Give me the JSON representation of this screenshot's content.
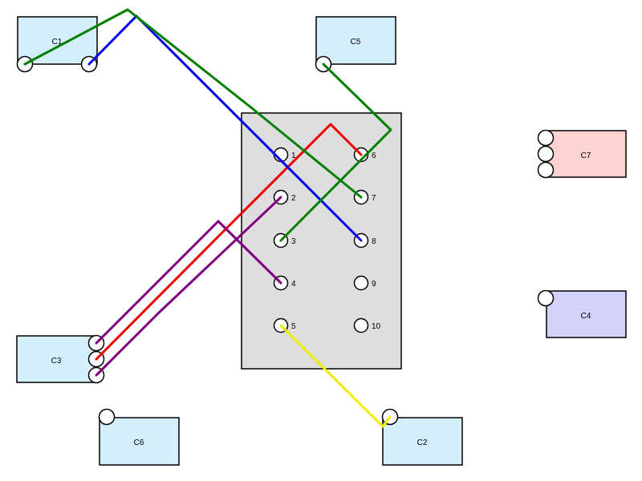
{
  "colors": {
    "connector_light": "#d4eefa",
    "connector_pink": "#ffd2d2",
    "connector_lavender": "#d2d2fa",
    "panel": "#dedede",
    "red": "#ee0000",
    "blue": "#0000ee",
    "green": "#008000",
    "purple": "#800080",
    "yellow": "#eeee00"
  },
  "panel": {
    "pins": [
      {
        "label": "1"
      },
      {
        "label": "2"
      },
      {
        "label": "3"
      },
      {
        "label": "4"
      },
      {
        "label": "5"
      },
      {
        "label": "6"
      },
      {
        "label": "7"
      },
      {
        "label": "8"
      },
      {
        "label": "9"
      },
      {
        "label": "10"
      }
    ]
  },
  "connectors": [
    {
      "id": "c1",
      "label": "C1",
      "color": "connector_light"
    },
    {
      "id": "c5",
      "label": "C5",
      "color": "connector_light"
    },
    {
      "id": "c7",
      "label": "C7",
      "color": "connector_pink"
    },
    {
      "id": "c4",
      "label": "C4",
      "color": "connector_lavender"
    },
    {
      "id": "c3",
      "label": "C3",
      "color": "connector_light"
    },
    {
      "id": "c6",
      "label": "C6",
      "color": "connector_light"
    },
    {
      "id": "c2",
      "label": "C2",
      "color": "connector_light"
    }
  ],
  "wires": [
    {
      "id": "wire-red",
      "color": "red",
      "from": "C3 pin 2",
      "to": "panel pin 6"
    },
    {
      "id": "wire-purple-1",
      "color": "purple",
      "from": "C3 pin 1",
      "to": "panel pin 4"
    },
    {
      "id": "wire-purple-2",
      "color": "purple",
      "from": "C3 pin 3",
      "to": "panel pin 2"
    },
    {
      "id": "wire-blue",
      "color": "blue",
      "from": "C1 pin 2",
      "to": "panel pin 8"
    },
    {
      "id": "wire-green-1",
      "color": "green",
      "from": "C1 pin 1",
      "to": "panel pin 7"
    },
    {
      "id": "wire-green-2",
      "color": "green",
      "from": "C5 pin 1",
      "to": "panel pin 3"
    },
    {
      "id": "wire-yellow",
      "color": "yellow",
      "from": "panel pin 5",
      "to": "C2 pin 1"
    }
  ]
}
